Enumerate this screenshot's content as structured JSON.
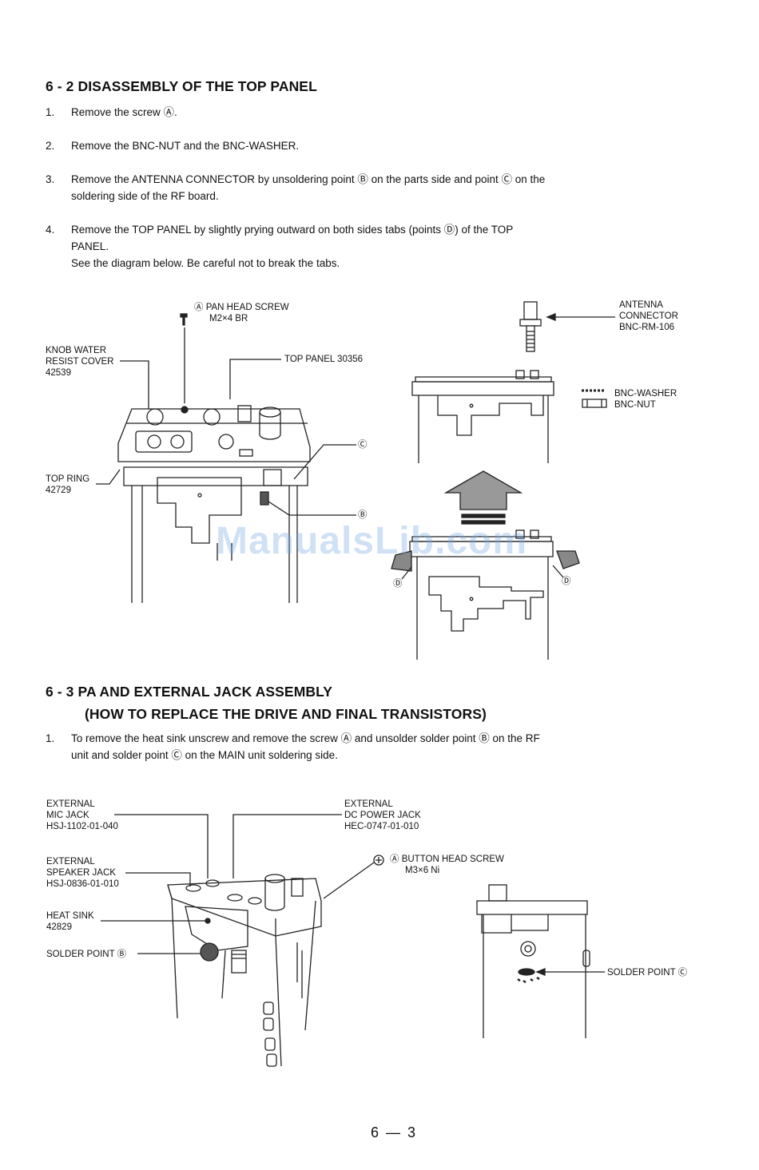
{
  "section62": {
    "heading": "6 - 2  DISASSEMBLY OF THE TOP PANEL",
    "steps": [
      {
        "num": "1.",
        "text": "Remove the screw Ⓐ."
      },
      {
        "num": "2.",
        "text": "Remove the BNC-NUT and the BNC-WASHER."
      },
      {
        "num": "3.",
        "line1": "Remove the ANTENNA CONNECTOR by unsoldering point Ⓑ on the parts side and point Ⓒ on the",
        "line2": "soldering side of the RF board."
      },
      {
        "num": "4.",
        "line1": "Remove the TOP PANEL by slightly prying outward on both sides tabs (points Ⓓ) of the TOP",
        "line2": "PANEL.",
        "line3": "See the diagram below. Be careful not to break the tabs."
      }
    ]
  },
  "fig1": {
    "pan_head": {
      "l1": "Ⓐ  PAN HEAD SCREW",
      "l2": "M2×4 BR"
    },
    "knob": {
      "l1": "KNOB WATER",
      "l2": "RESIST COVER",
      "l3": "42539"
    },
    "top_panel": "TOP PANEL 30356",
    "top_ring": {
      "l1": "TOP RING",
      "l2": "42729"
    },
    "point_c": "Ⓒ",
    "point_b": "Ⓑ",
    "antenna": {
      "l1": "ANTENNA",
      "l2": "CONNECTOR",
      "l3": "BNC-RM-106"
    },
    "bnc_washer": "BNC-WASHER",
    "bnc_nut": "BNC-NUT",
    "point_d_left": "Ⓓ",
    "point_d_right": "Ⓓ"
  },
  "section63": {
    "heading_line1": "6 - 3  PA AND EXTERNAL JACK ASSEMBLY",
    "heading_line2": "(HOW TO REPLACE THE DRIVE AND FINAL TRANSISTORS)",
    "step1": {
      "num": "1.",
      "line1": "To remove the heat sink unscrew and remove the screw Ⓐ and unsolder solder point Ⓑ on the RF",
      "line2": "unit and solder point Ⓒ on the MAIN unit soldering side."
    }
  },
  "fig2": {
    "mic_jack": {
      "l1": "EXTERNAL",
      "l2": "MIC JACK",
      "l3": "HSJ-1102-01-040"
    },
    "dc_jack": {
      "l1": "EXTERNAL",
      "l2": "DC POWER JACK",
      "l3": "HEC-0747-01-010"
    },
    "speaker_jack": {
      "l1": "EXTERNAL",
      "l2": "SPEAKER JACK",
      "l3": "HSJ-0836-01-010"
    },
    "button_screw": {
      "l1": "Ⓐ  BUTTON HEAD SCREW",
      "l2": "M3×6 Ni"
    },
    "heat_sink": {
      "l1": "HEAT SINK",
      "l2": "42829"
    },
    "solder_b": "SOLDER POINT  Ⓑ",
    "solder_c": "SOLDER POINT  Ⓒ"
  },
  "watermark": "ManualsLib.com",
  "page_number": "6 — 3"
}
